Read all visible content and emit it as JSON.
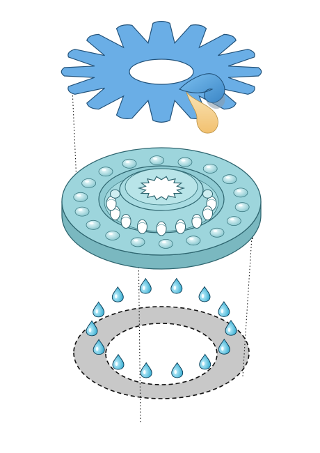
{
  "diagram": {
    "kind": "exploded-assembly",
    "layers": [
      {
        "id": "petal-gasket",
        "petal_count": 16,
        "has_curled_petal": true,
        "has_drip": true
      },
      {
        "id": "perforated-disc",
        "outer_holes": 18,
        "inner_holes": 16,
        "center_cutout": "star",
        "star_points": 14
      },
      {
        "id": "ring-base",
        "outline": "dashed",
        "droplet_count": 14
      }
    ],
    "colors": {
      "petal_fill": "#6aaee6",
      "petal_stroke": "#22527a",
      "drip_fill": "#f6d08c",
      "disc_top": "#9dd5dc",
      "disc_side": "#7ab8c0",
      "disc_stroke": "#2f6670",
      "ring_fill": "#c8c8c8",
      "ring_stroke": "#111111",
      "drop_fill": "#36b6d8",
      "drop_stroke": "#0a3c55"
    },
    "leaders": [
      {
        "from": "petal-gasket",
        "to": "perforated-disc",
        "style": "dotted-arrow"
      },
      {
        "from": "perforated-disc",
        "to": "ring-base",
        "style": "dotted-arrow"
      },
      {
        "from": "ring-base",
        "to": "perforated-disc",
        "style": "dotted-arrow"
      }
    ]
  }
}
